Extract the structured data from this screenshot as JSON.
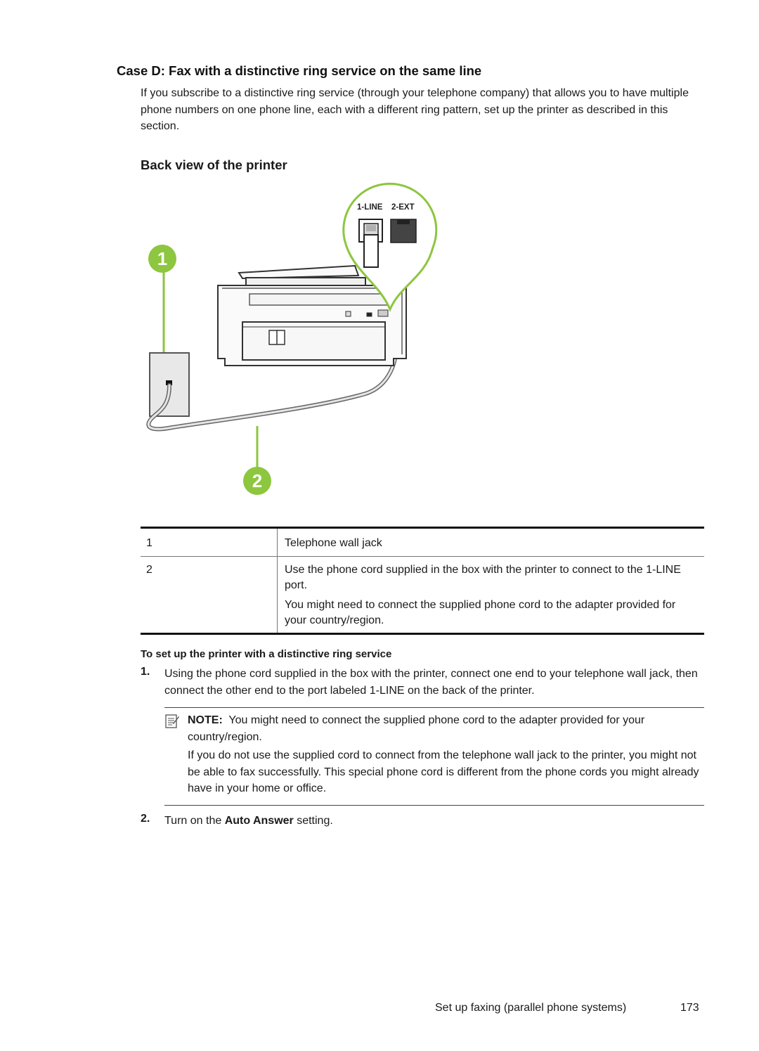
{
  "section_title": "Case D: Fax with a distinctive ring service on the same line",
  "intro": "If you subscribe to a distinctive ring service (through your telephone company) that allows you to have multiple phone numbers on one phone line, each with a different ring pattern, set up the printer as described in this section.",
  "figure": {
    "title": "Back view of the printer",
    "port_labels": [
      "1-LINE",
      "2-EXT"
    ],
    "callouts": [
      "1",
      "2"
    ],
    "accent_color": "#8dc63f"
  },
  "legend_table": {
    "rows": [
      {
        "num": "1",
        "desc": [
          "Telephone wall jack"
        ]
      },
      {
        "num": "2",
        "desc": [
          "Use the phone cord supplied in the box with the printer to connect to the 1-LINE port.",
          "You might need to connect the supplied phone cord to the adapter provided for your country/region."
        ]
      }
    ]
  },
  "procedure": {
    "title": "To set up the printer with a distinctive ring service",
    "steps": [
      {
        "num": "1.",
        "text": "Using the phone cord supplied in the box with the printer, connect one end to your telephone wall jack, then connect the other end to the port labeled 1-LINE on the back of the printer."
      },
      {
        "num": "2.",
        "text_before": "Turn on the ",
        "text_bold": "Auto Answer",
        "text_after": " setting."
      }
    ],
    "note": {
      "icon": "note-icon",
      "label": "NOTE:",
      "text": "You might need to connect the supplied phone cord to the adapter provided for your country/region.",
      "extra": "If you do not use the supplied cord to connect from the telephone wall jack to the printer, you might not be able to fax successfully. This special phone cord is different from the phone cords you might already have in your home or office."
    }
  },
  "footer": {
    "section": "Set up faxing (parallel phone systems)",
    "page": "173"
  }
}
